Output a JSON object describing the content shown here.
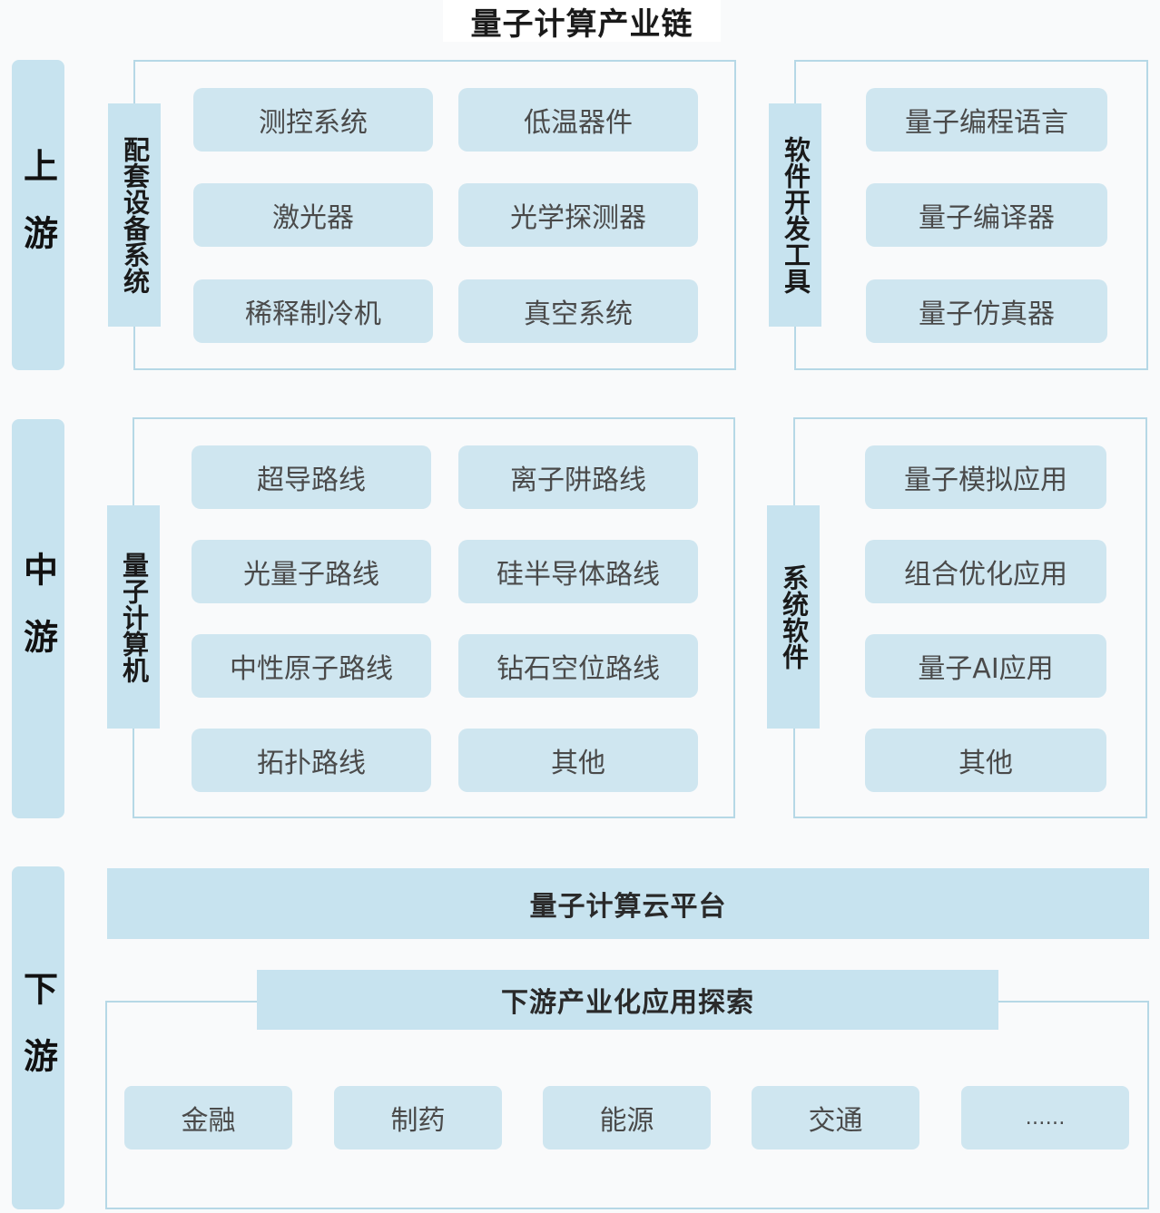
{
  "title": "量子计算产业链",
  "stages": {
    "upstream": "上游",
    "midstream": "中游",
    "downstream": "下游"
  },
  "upstream": {
    "equipment": {
      "label": "配套设备系统",
      "items": [
        "测控系统",
        "低温器件",
        "激光器",
        "光学探测器",
        "稀释制冷机",
        "真空系统"
      ]
    },
    "dev_tools": {
      "label": "软件开发工具",
      "items": [
        "量子编程语言",
        "量子编译器",
        "量子仿真器"
      ]
    }
  },
  "midstream": {
    "computer": {
      "label": "量子计算机",
      "items": [
        "超导路线",
        "离子阱路线",
        "光量子路线",
        "硅半导体路线",
        "中性原子路线",
        "钻石空位路线",
        "拓扑路线",
        "其他"
      ]
    },
    "system_software": {
      "label": "系统软件",
      "items": [
        "量子模拟应用",
        "组合优化应用",
        "量子AI应用",
        "其他"
      ]
    }
  },
  "downstream": {
    "cloud_platform": "量子计算云平台",
    "exploration": {
      "label": "下游产业化应用探索",
      "items": [
        "金融",
        "制药",
        "能源",
        "交通",
        "……"
      ]
    }
  }
}
